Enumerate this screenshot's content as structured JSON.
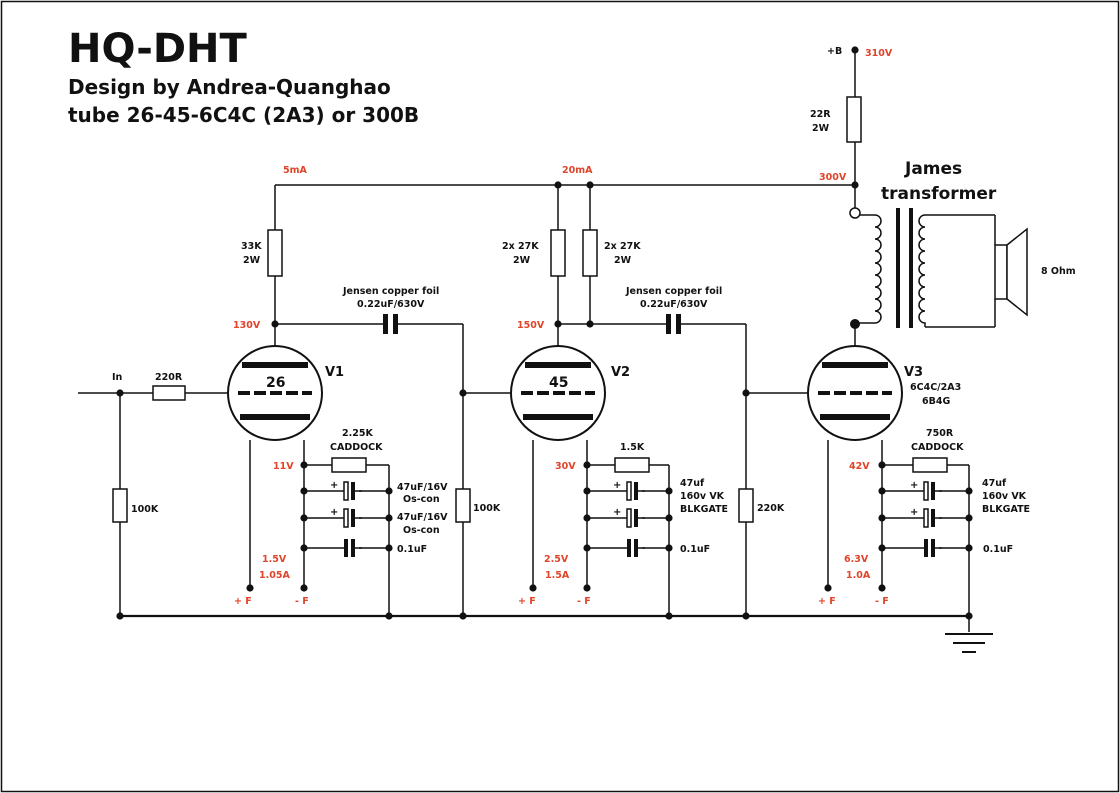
{
  "title": "HQ-DHT",
  "subtitle_1": "Design by Andrea-Quanghao",
  "subtitle_2": "tube 26-45-6C4C (2A3) or 300B",
  "supply": {
    "bplus": "+B",
    "bplus_v": "310V",
    "res": "22R",
    "res_w": "2W",
    "rail_v": "300V"
  },
  "currents": {
    "stage1": "5mA",
    "stage2": "20mA"
  },
  "input": {
    "label": "In",
    "series_res": "220R",
    "grid_res": "100K"
  },
  "stage1": {
    "tube": "26",
    "name": "V1",
    "load_res": "33K",
    "load_w": "2W",
    "plate_v": "130V",
    "cathode_v": "11V",
    "cathode_res": "2.25K",
    "cathode_res_brand": "CADDOCK",
    "cap1": "47uF/16V",
    "cap1_type": "Os-con",
    "cap2": "47uF/16V",
    "cap2_type": "Os-con",
    "cap3": "0.1uF",
    "fil_v": "1.5V",
    "fil_i": "1.05A",
    "fil_plus": "+ F",
    "fil_minus": "- F"
  },
  "coupling1": {
    "label": "Jensen copper foil",
    "value": "0.22uF/630V",
    "grid_res": "100K"
  },
  "stage2": {
    "tube": "45",
    "name": "V2",
    "load_res_a": "2x 27K",
    "load_w_a": "2W",
    "load_res_b": "2x 27K",
    "load_w_b": "2W",
    "plate_v": "150V",
    "cathode_v": "30V",
    "cathode_res": "1.5K",
    "cap1": "47uf",
    "cap1_rating": "160v VK",
    "cap1_type": "BLKGATE",
    "cap3": "0.1uF",
    "fil_v": "2.5V",
    "fil_i": "1.5A",
    "fil_plus": "+ F",
    "fil_minus": "- F"
  },
  "coupling2": {
    "label": "Jensen copper foil",
    "value": "0.22uF/630V",
    "grid_res": "220K"
  },
  "stage3": {
    "tube_l1": "6C4C/2A3",
    "tube_l2": "6B4G",
    "name": "V3",
    "cathode_v": "42V",
    "cathode_res": "750R",
    "cathode_res_brand": "CADDOCK",
    "cap1": "47uf",
    "cap1_rating": "160v VK",
    "cap1_type": "BLKGATE",
    "cap3": "0.1uF",
    "fil_v": "6.3V",
    "fil_i": "1.0A",
    "fil_plus": "+ F",
    "fil_minus": "- F"
  },
  "output": {
    "transformer_l1": "James",
    "transformer_l2": "transformer",
    "speaker": "8 Ohm"
  },
  "colors": {
    "ink": "#111111",
    "annotation": "#e0442a"
  }
}
